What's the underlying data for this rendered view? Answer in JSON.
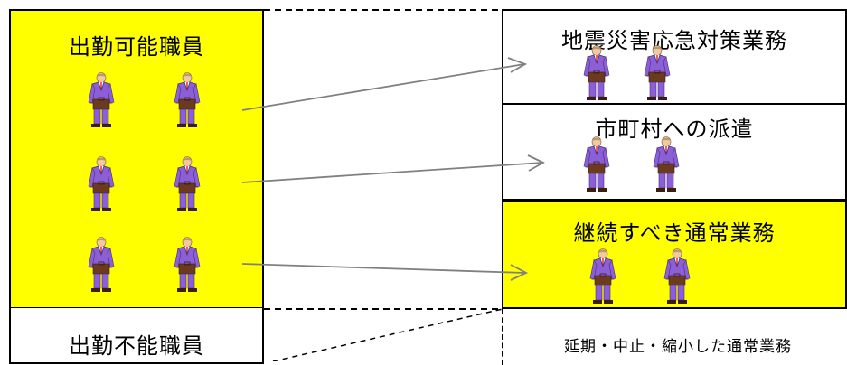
{
  "left_panel": {
    "available_staff_label": "出勤可能職員",
    "unavailable_staff_label": "出勤不能職員"
  },
  "right_panel": {
    "earthquake_response_label": "地震災害応急対策業務",
    "municipal_dispatch_label": "市町村への派遣",
    "continued_operations_label": "継続すべき通常業務",
    "postponed_operations_label": "延期・中止・縮小した通常業務"
  },
  "colors": {
    "highlight": "#ffff00",
    "suit": "#8b5fd6",
    "briefcase": "#6b3a1f",
    "arrow": "#808080"
  },
  "icons": [
    "staff-person-icon"
  ]
}
